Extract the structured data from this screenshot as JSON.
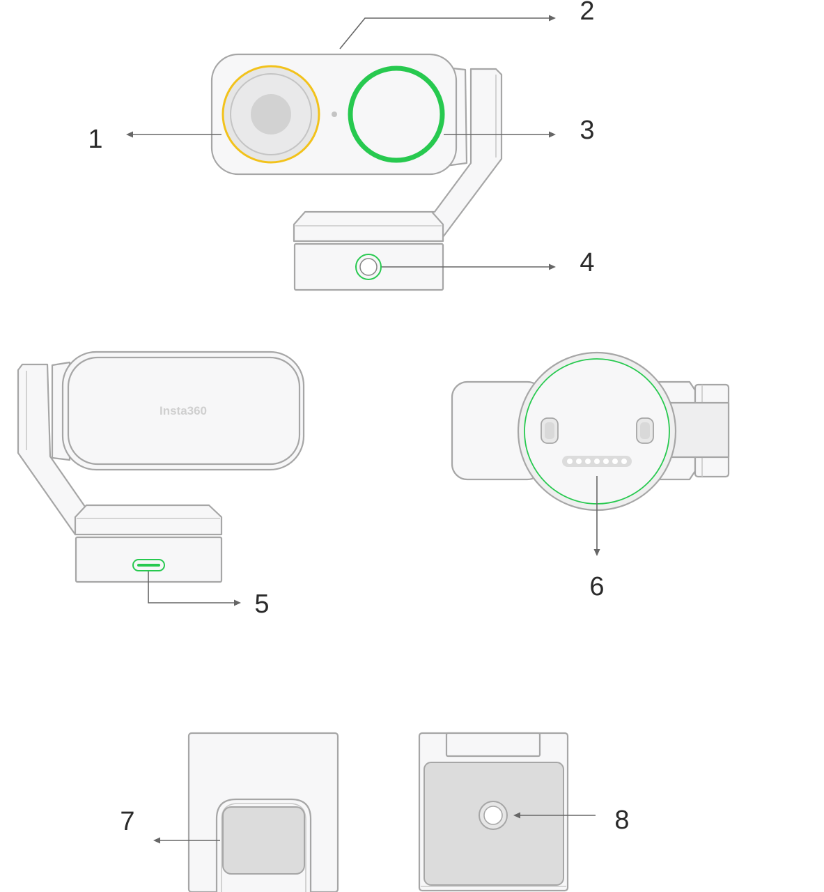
{
  "brand_text": "Insta360",
  "colors": {
    "highlight_yellow": "#f2c21b",
    "highlight_green": "#27c94f",
    "outline_gray": "#a6a6a6",
    "body_fill": "#f7f7f8",
    "leader_gray": "#666666"
  },
  "callouts": [
    {
      "number": "1"
    },
    {
      "number": "2"
    },
    {
      "number": "3"
    },
    {
      "number": "4"
    },
    {
      "number": "5"
    },
    {
      "number": "6"
    },
    {
      "number": "7"
    },
    {
      "number": "8"
    }
  ]
}
